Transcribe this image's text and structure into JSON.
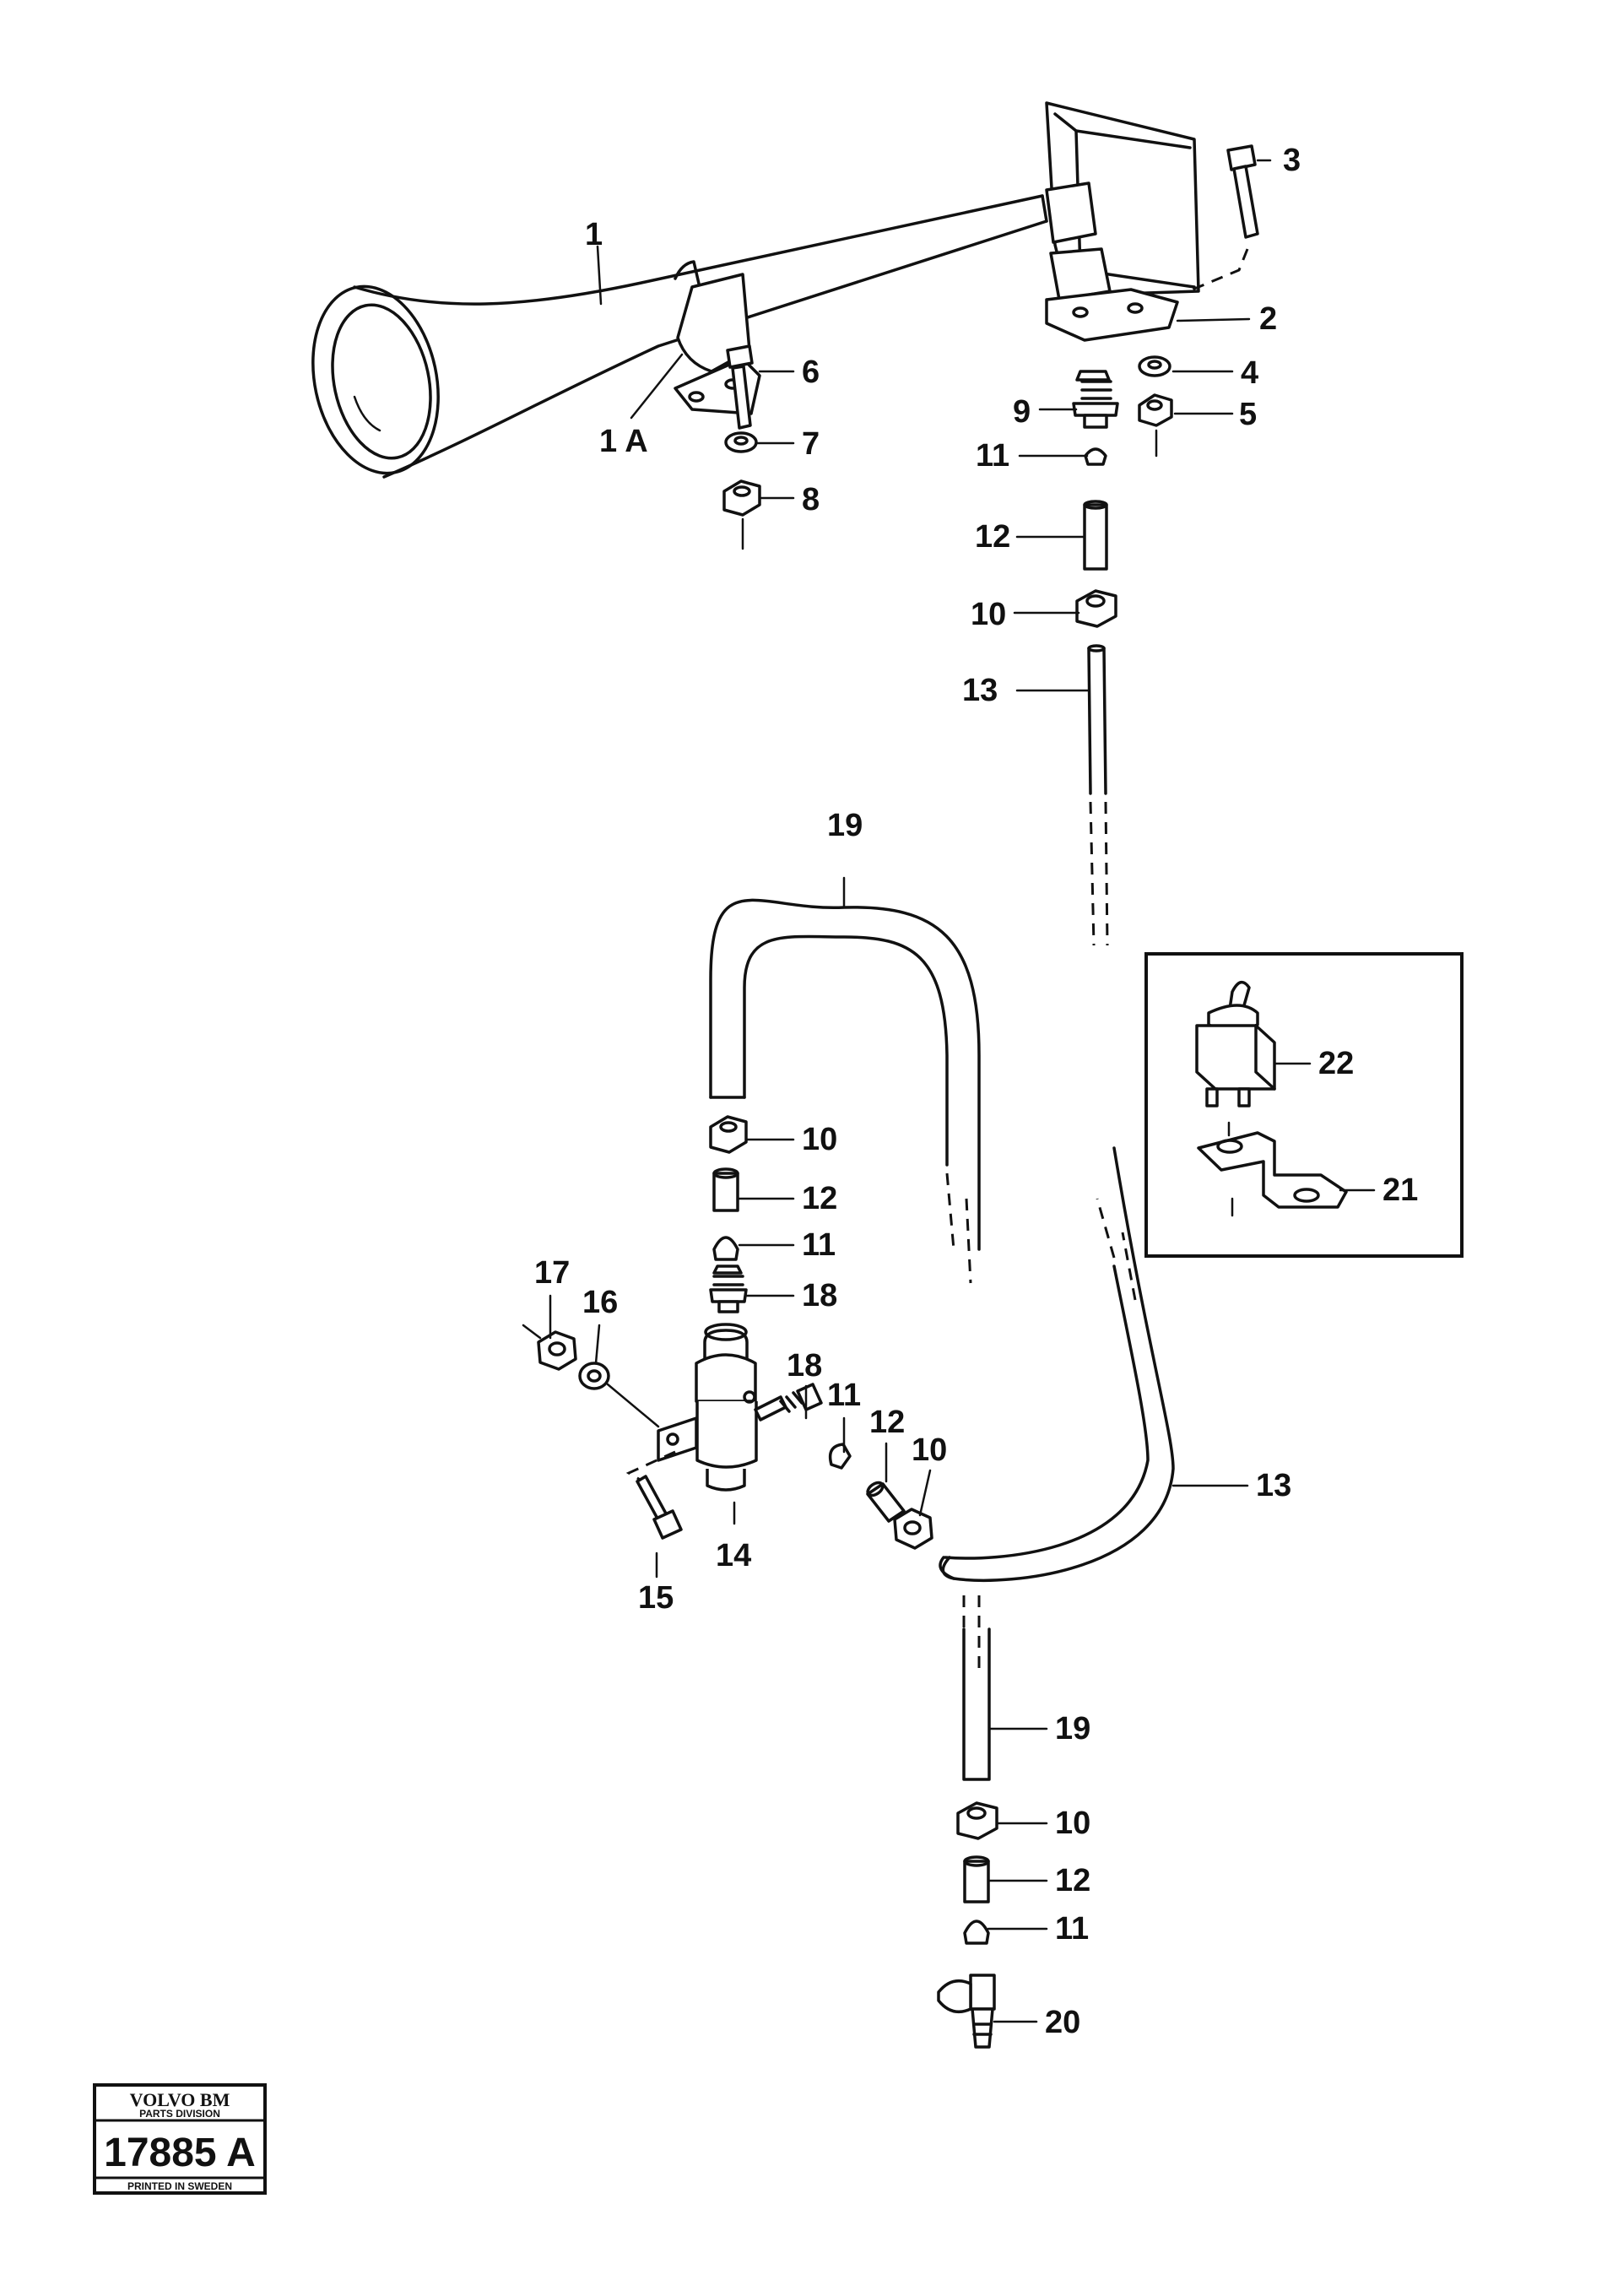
{
  "labels": {
    "l1": "1",
    "l1a": "1 A",
    "l2": "2",
    "l3": "3",
    "l4": "4",
    "l5": "5",
    "l6": "6",
    "l7": "7",
    "l8": "8",
    "l9": "9",
    "l10a": "10",
    "l10b": "10",
    "l10c": "10",
    "l10d": "10",
    "l11a": "11",
    "l11b": "11",
    "l11c": "11",
    "l11d": "11",
    "l12a": "12",
    "l12b": "12",
    "l12c": "12",
    "l12d": "12",
    "l13a": "13",
    "l13b": "13",
    "l14": "14",
    "l15": "15",
    "l16": "16",
    "l17": "17",
    "l18a": "18",
    "l18b": "18",
    "l19a": "19",
    "l19b": "19",
    "l20": "20",
    "l21": "21",
    "l22": "22"
  },
  "stamp": {
    "brand": "VOLVO BM",
    "division": "PARTS DIVISION",
    "number": "17885 A",
    "printed": "PRINTED IN SWEDEN"
  }
}
